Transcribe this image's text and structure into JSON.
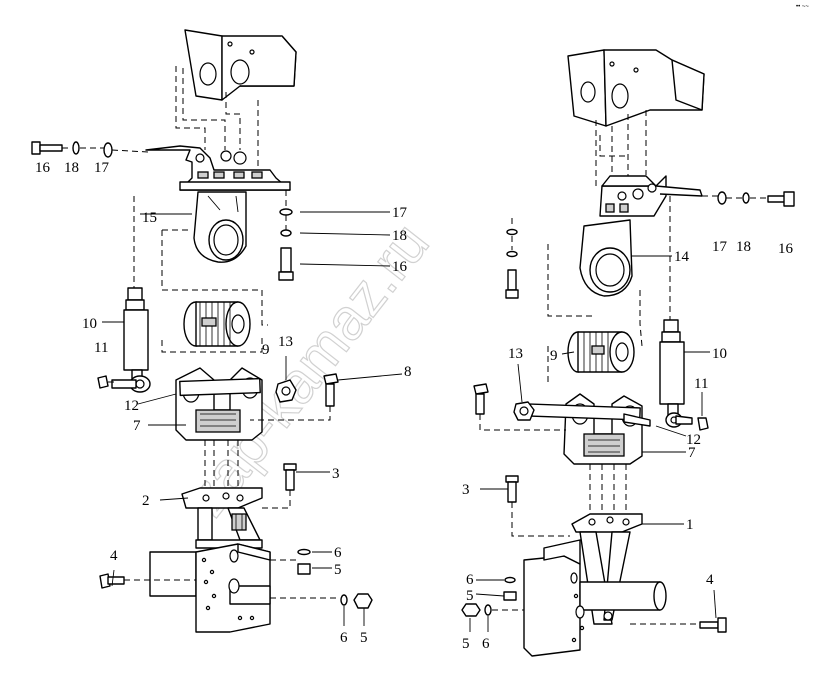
{
  "watermark": "zap-kamaz.ru",
  "corner_mark": "•• ~~",
  "left_assembly": {
    "callouts": {
      "c16": "16",
      "c18": "18",
      "c17": "17",
      "c15": "15",
      "c17b": "17",
      "c18b": "18",
      "c16b": "16",
      "c10": "10",
      "c11": "11",
      "c12": "12",
      "c9": "9",
      "c13": "13",
      "c8": "8",
      "c7": "7",
      "c3": "3",
      "c2": "2",
      "c4": "4",
      "c6": "6",
      "c5": "5",
      "c6b": "6",
      "c5b": "5"
    }
  },
  "right_assembly": {
    "callouts": {
      "c17": "17",
      "c18": "18",
      "c16": "16",
      "c14": "14",
      "c9": "9",
      "c13": "13",
      "c10": "10",
      "c11": "11",
      "c12": "12",
      "c7": "7",
      "c3": "3",
      "c1": "1",
      "c4": "4",
      "c6": "6",
      "c5": "5",
      "c5b": "5",
      "c6b": "6"
    }
  }
}
